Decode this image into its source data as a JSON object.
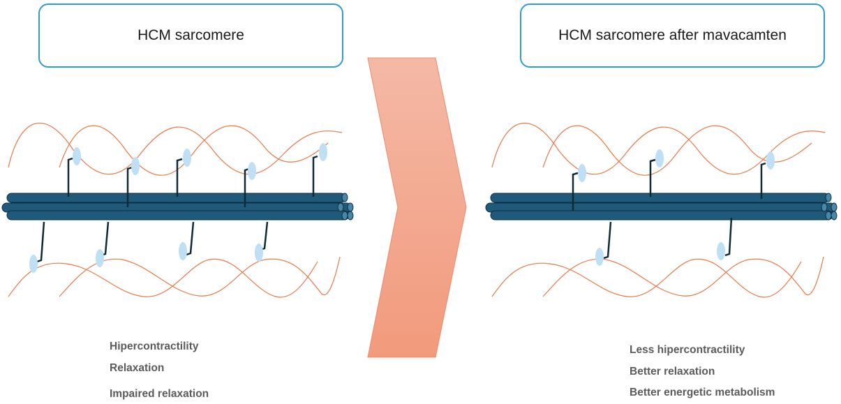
{
  "left_panel": {
    "title": "HCM sarcomere",
    "labels": [
      "Hipercontractility",
      "Relaxation",
      "Impaired relaxation"
    ]
  },
  "right_panel": {
    "title": "HCM sarcomere after mavacamten",
    "labels": [
      "Less hipercontractility",
      "Better relaxation",
      "Better energetic metabolism"
    ]
  },
  "colors": {
    "box_border": "#2e9bd1",
    "actin": "#e8794a",
    "myosin": "#1f5a7a",
    "myosin_head": "#bfe0f4",
    "arrow_top": "#f4b9a6",
    "arrow_bottom": "#f29a7c",
    "label_text": "#5b5b5b"
  },
  "icons": [
    "actin-filament",
    "myosin-filament",
    "myosin-head",
    "chevron-arrow"
  ]
}
